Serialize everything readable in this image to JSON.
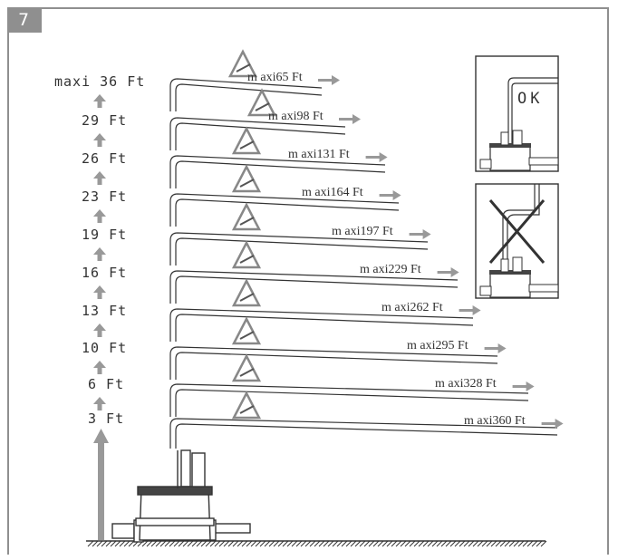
{
  "step": {
    "number": "7"
  },
  "height_labels": [
    "maxi 36 Ft",
    "29 Ft",
    "26 Ft",
    "23 Ft",
    "19 Ft",
    "16 Ft",
    "13 Ft",
    "10 Ft",
    "6 Ft",
    "3 Ft"
  ],
  "run_labels": [
    "m axi65 Ft",
    "m axi98 Ft",
    "m axi131 Ft",
    "m axi164 Ft",
    "m axi197 Ft",
    "m axi229 Ft",
    "m axi262 Ft",
    "m axi295 Ft",
    "m axi328 Ft",
    "m axi360 Ft"
  ],
  "insets": {
    "ok_label": "OK"
  },
  "colors": {
    "frame": "#8f8f8f",
    "arrow": "#999999",
    "line": "#333333",
    "x_mark": "#333333"
  }
}
